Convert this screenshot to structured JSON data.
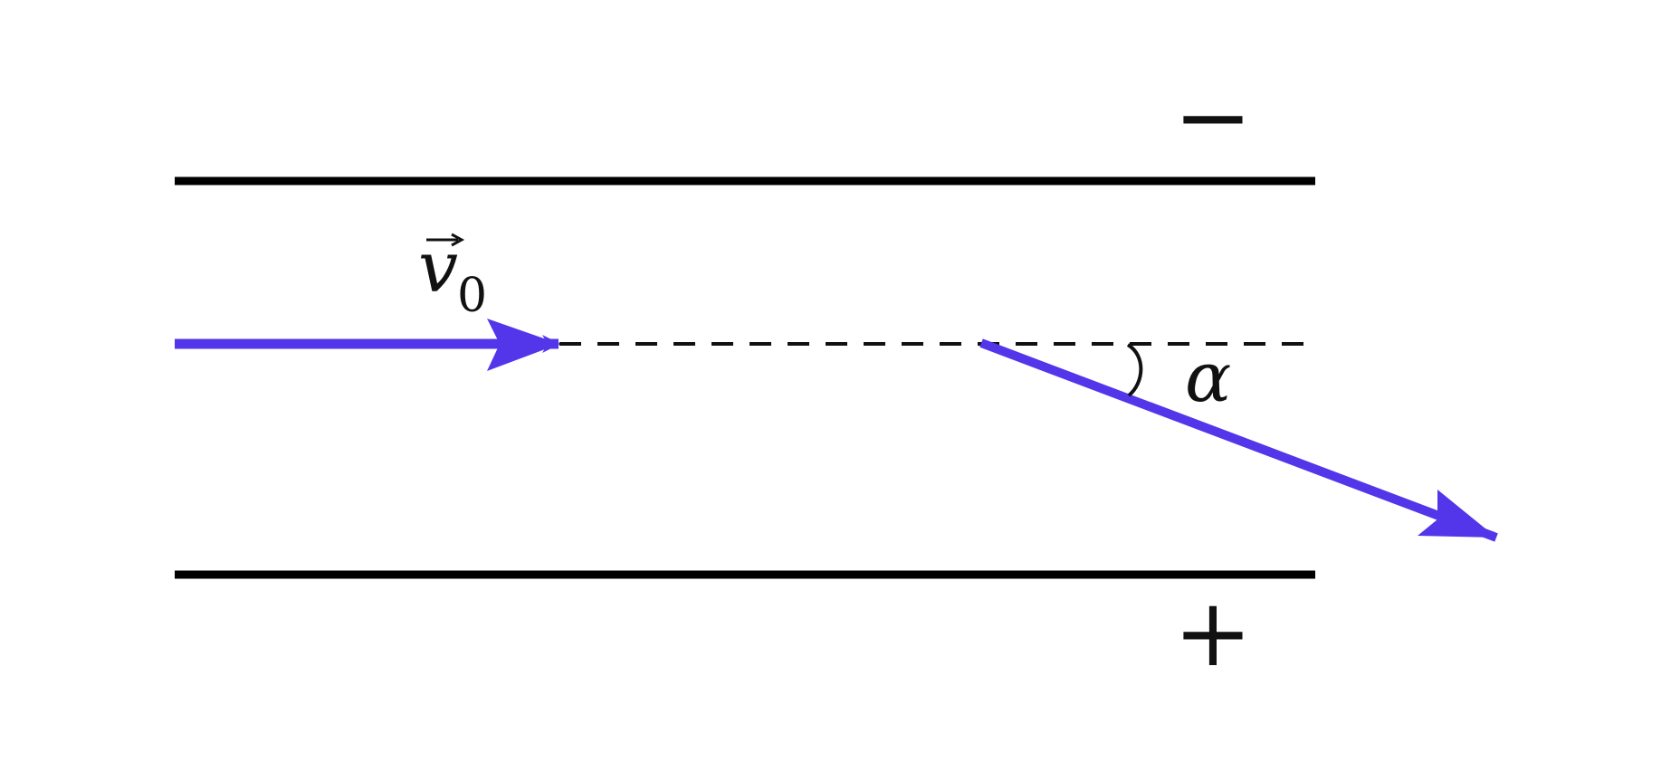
{
  "diagram": {
    "labels": {
      "negative_plate": "−",
      "positive_plate": "+",
      "velocity_symbol": "v",
      "velocity_subscript": "0",
      "angle_symbol": "α"
    },
    "colors": {
      "plate": "#000000",
      "arrow": "#5336ea",
      "dashed_line": "#111111",
      "text": "#111111"
    }
  }
}
